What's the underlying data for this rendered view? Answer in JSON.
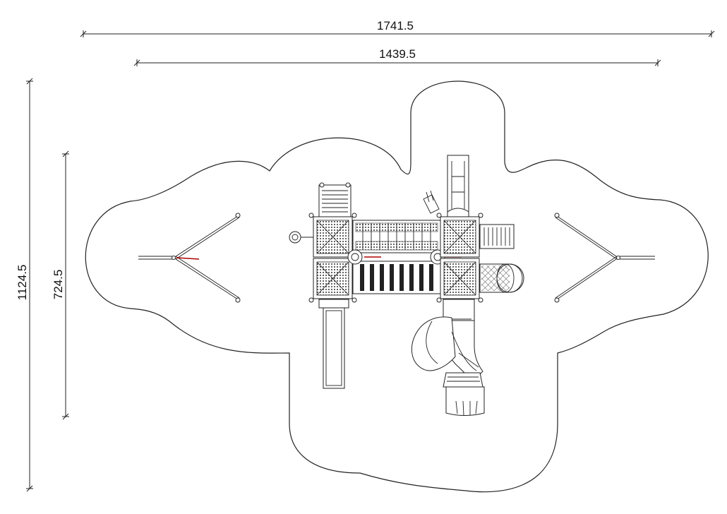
{
  "dimensions": {
    "overall_width": "1741.5",
    "inner_width": "1439.5",
    "overall_depth": "1124.5",
    "inner_depth": "724.5"
  },
  "colors": {
    "line": "#222222",
    "accent": "#b00000",
    "background": "#ffffff"
  }
}
